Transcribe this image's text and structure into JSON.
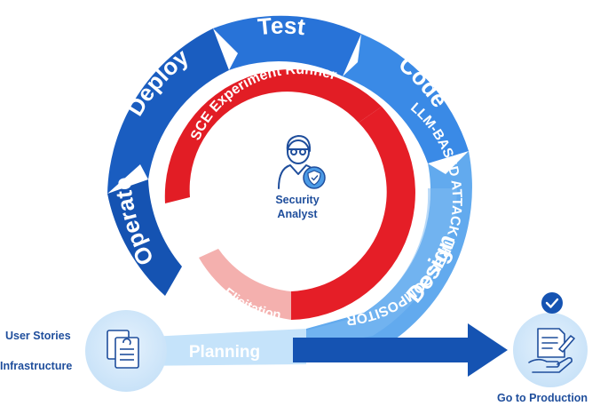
{
  "outer_cycle": {
    "stages": [
      "Test",
      "Code",
      "Design",
      "Deploy",
      "Operate"
    ]
  },
  "inner_cycle": {
    "runner": "SCE Experiment Runner",
    "composer": "LLM-BASED ATTACK TREE COMPOSITOR",
    "elicitation": "Elicitation"
  },
  "center": {
    "role_line1": "Security",
    "role_line2": "Analyst",
    "icon": "security-analyst-icon"
  },
  "planning": {
    "label": "Planning",
    "inputs": [
      "User Stories",
      "Infrastructure"
    ],
    "icon": "documents-icon"
  },
  "production": {
    "label": "Go to Production",
    "icon": "approved-document-icon"
  },
  "colors": {
    "blue_dark": "#1958b7",
    "blue_mid": "#2f7ce0",
    "blue_light": "#5da6ee",
    "blue_pale": "#a9d3f6",
    "red": "#e21d25",
    "red_light": "#f4b0ae",
    "navy_text": "#1f4e9c"
  }
}
